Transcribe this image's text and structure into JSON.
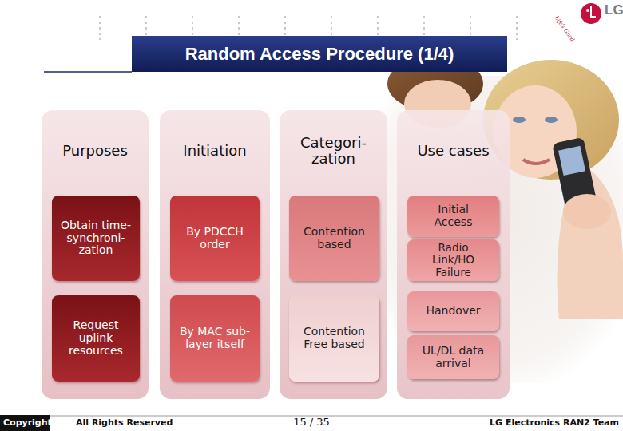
{
  "diagram": {
    "title": "Random Access Procedure (1/4)",
    "nodes": [
      {
        "text": [
          "Purposes"
        ]
      },
      {
        "text": [
          "Obtain time- synchroni- zation"
        ],
        "in": 0
      },
      {
        "text": [
          "Request uplink resources"
        ],
        "in": 0
      },
      {
        "text": [
          "Initiation"
        ]
      },
      {
        "text": [
          "By PDCCH order"
        ],
        "in": 3
      },
      {
        "text": [
          "By MAC sub- layer itself"
        ],
        "in": 3
      },
      {
        "text": [
          "Categori- zation"
        ]
      },
      {
        "text": [
          "Contention based"
        ],
        "in": 6
      },
      {
        "text": [
          "Contention Free based"
        ],
        "in": 6
      },
      {
        "text": [
          "Use cases"
        ]
      },
      {
        "text": [
          "Initial Access"
        ],
        "in": 9
      },
      {
        "text": [
          "Radio Link/HO Failure"
        ],
        "in": 9
      },
      {
        "text": [
          "Handover"
        ],
        "in": 9
      },
      {
        "text": [
          "UL/DL data arrival"
        ],
        "in": 9
      }
    ],
    "labels": [
      "LG",
      "Life's Good",
      "Copyright",
      "All Rights Reserved",
      "15 / 35",
      "LG Electronics RAN2 Team"
    ]
  }
}
